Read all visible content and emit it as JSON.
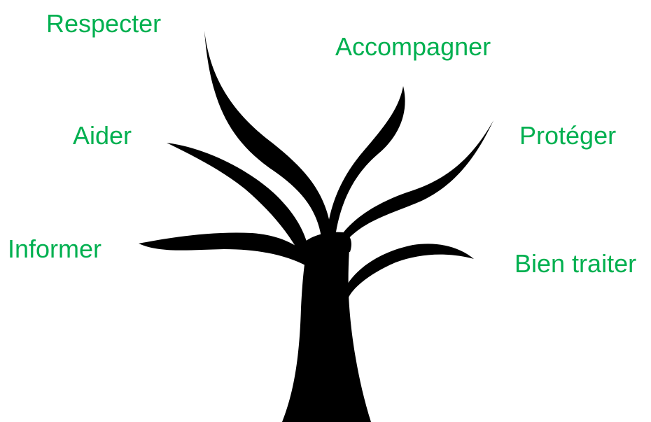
{
  "labels": {
    "respecter": "Respecter",
    "accompagner": "Accompagner",
    "aider": "Aider",
    "proteger": "Protéger",
    "informer": "Informer",
    "bien_traiter": "Bien traiter"
  },
  "colors": {
    "label": "#00b050",
    "tree": "#000000",
    "background": "#ffffff"
  }
}
